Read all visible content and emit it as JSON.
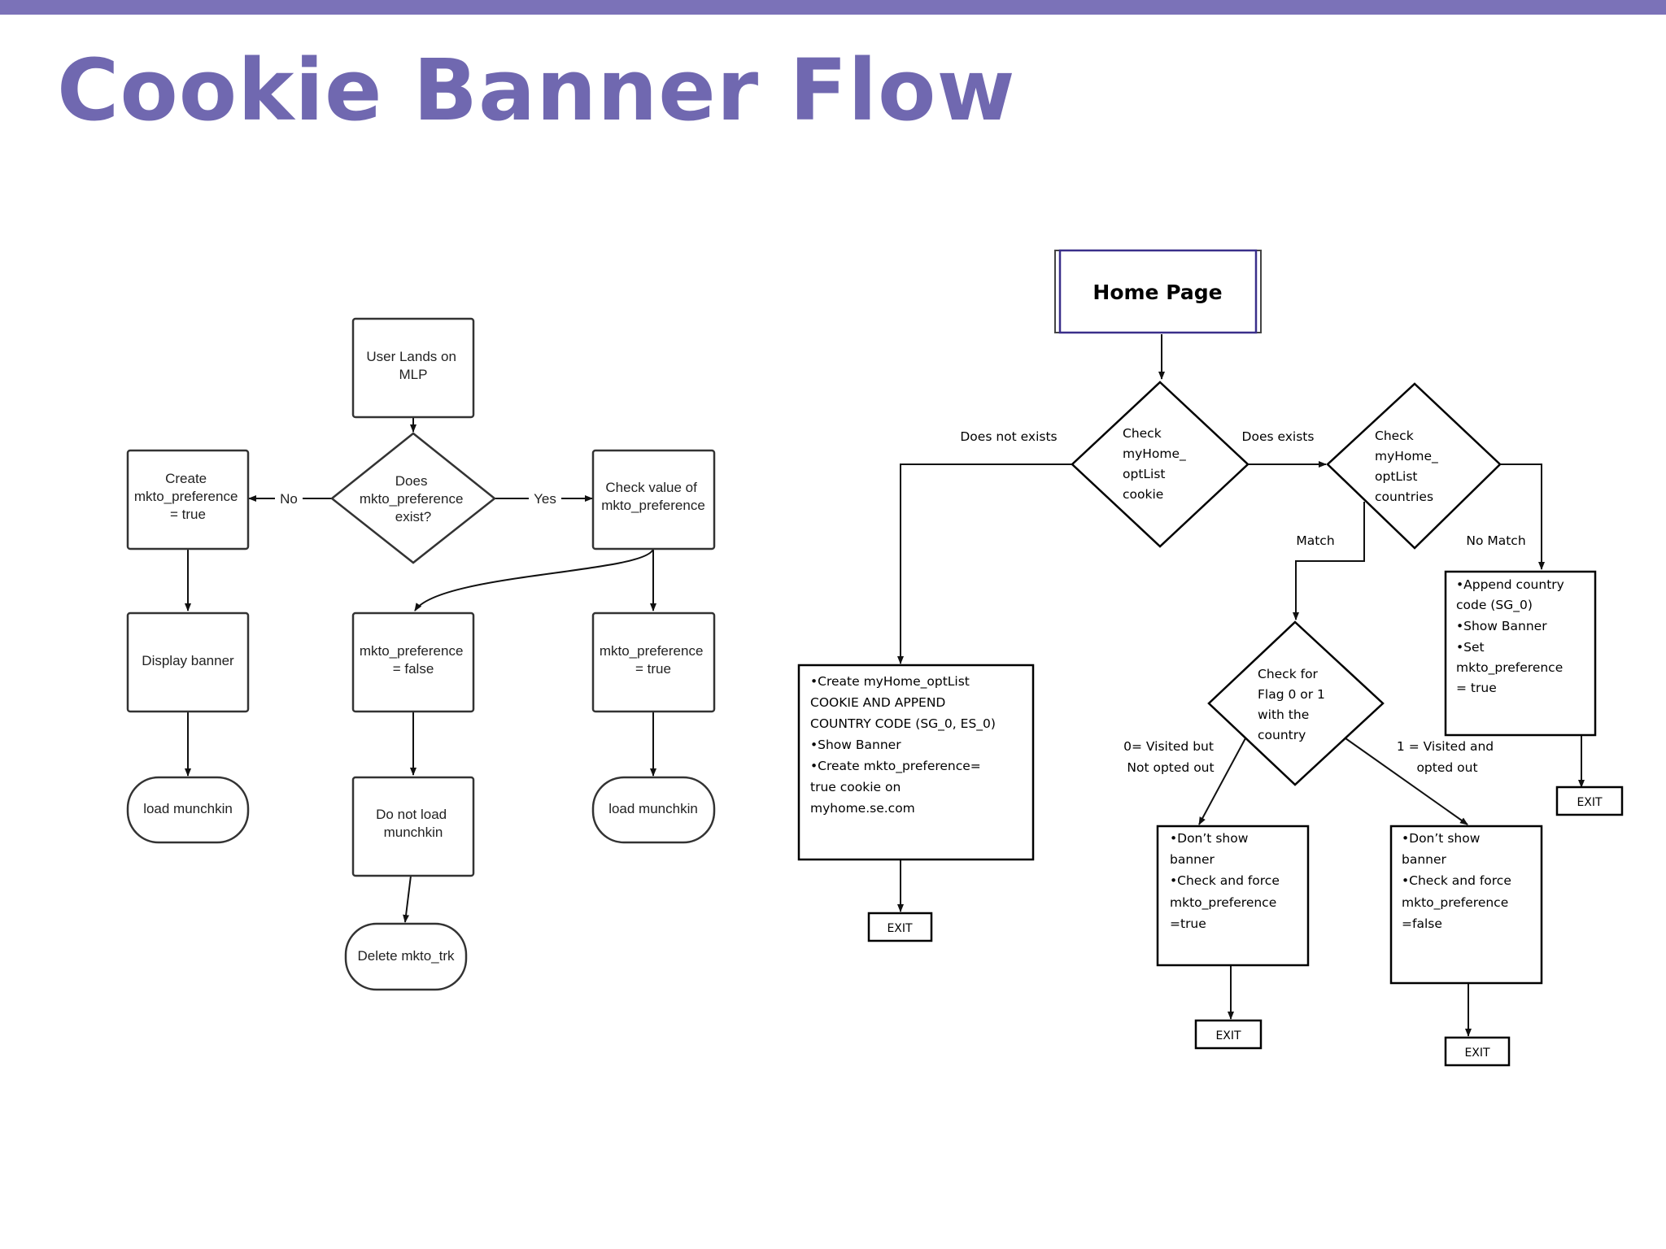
{
  "slide": {
    "title": "Cookie Banner Flow"
  },
  "colors": {
    "accent": "#7b72b8",
    "title": "#7068b0"
  },
  "left_flow": {
    "start": [
      "User Lands on",
      "MLP"
    ],
    "decision": [
      "Does",
      "mkto_preference",
      "exist?"
    ],
    "no_label": "No",
    "yes_label": "Yes",
    "create_pref": [
      "Create",
      "mkto_preference",
      "= true"
    ],
    "check_value": [
      "Check value of",
      "mkto_preference"
    ],
    "display_banner": [
      "Display banner"
    ],
    "pref_false": [
      "mkto_preference",
      "= false"
    ],
    "pref_true": [
      "mkto_preference",
      "= true"
    ],
    "load_munchkin_left": [
      "load munchkin"
    ],
    "load_munchkin_right": [
      "load munchkin"
    ],
    "do_not_load": [
      "Do not load",
      "munchkin"
    ],
    "delete_trk": [
      "Delete mkto_trk"
    ]
  },
  "right_flow": {
    "home_page": "Home Page",
    "check_optlist": [
      "Check",
      "myHome_",
      "optList",
      "cookie"
    ],
    "check_countries": [
      "Check",
      "myHome_",
      "optList",
      "countries"
    ],
    "does_not_exists": "Does not exists",
    "does_exists": "Does exists",
    "match": "Match",
    "no_match": "No Match",
    "create_cookie": [
      "•Create myHome_optList",
      "COOKIE AND APPEND",
      "COUNTRY CODE (SG_0, ES_0)",
      "",
      "•Show Banner",
      "",
      "•Create mkto_preference=",
      "true cookie on",
      "myhome.se.com"
    ],
    "check_flag": [
      "Check for",
      "Flag 0 or 1",
      "with the",
      "country"
    ],
    "append_country": [
      "•Append country",
      "code (SG_0)",
      "",
      "•Show Banner",
      "",
      "•Set",
      "mkto_preference",
      "= true"
    ],
    "visited_not_opted": [
      "0= Visited but",
      "Not opted  out"
    ],
    "visited_opted": [
      "1 = Visited and",
      "opted out"
    ],
    "dont_show_true": [
      "•Don’t show",
      "banner",
      "",
      "•Check and force",
      "mkto_preference",
      "=true"
    ],
    "dont_show_false": [
      "•Don’t show",
      "banner",
      "",
      "•Check and force",
      "mkto_preference",
      "=false"
    ],
    "exit_label": "EXIT"
  }
}
